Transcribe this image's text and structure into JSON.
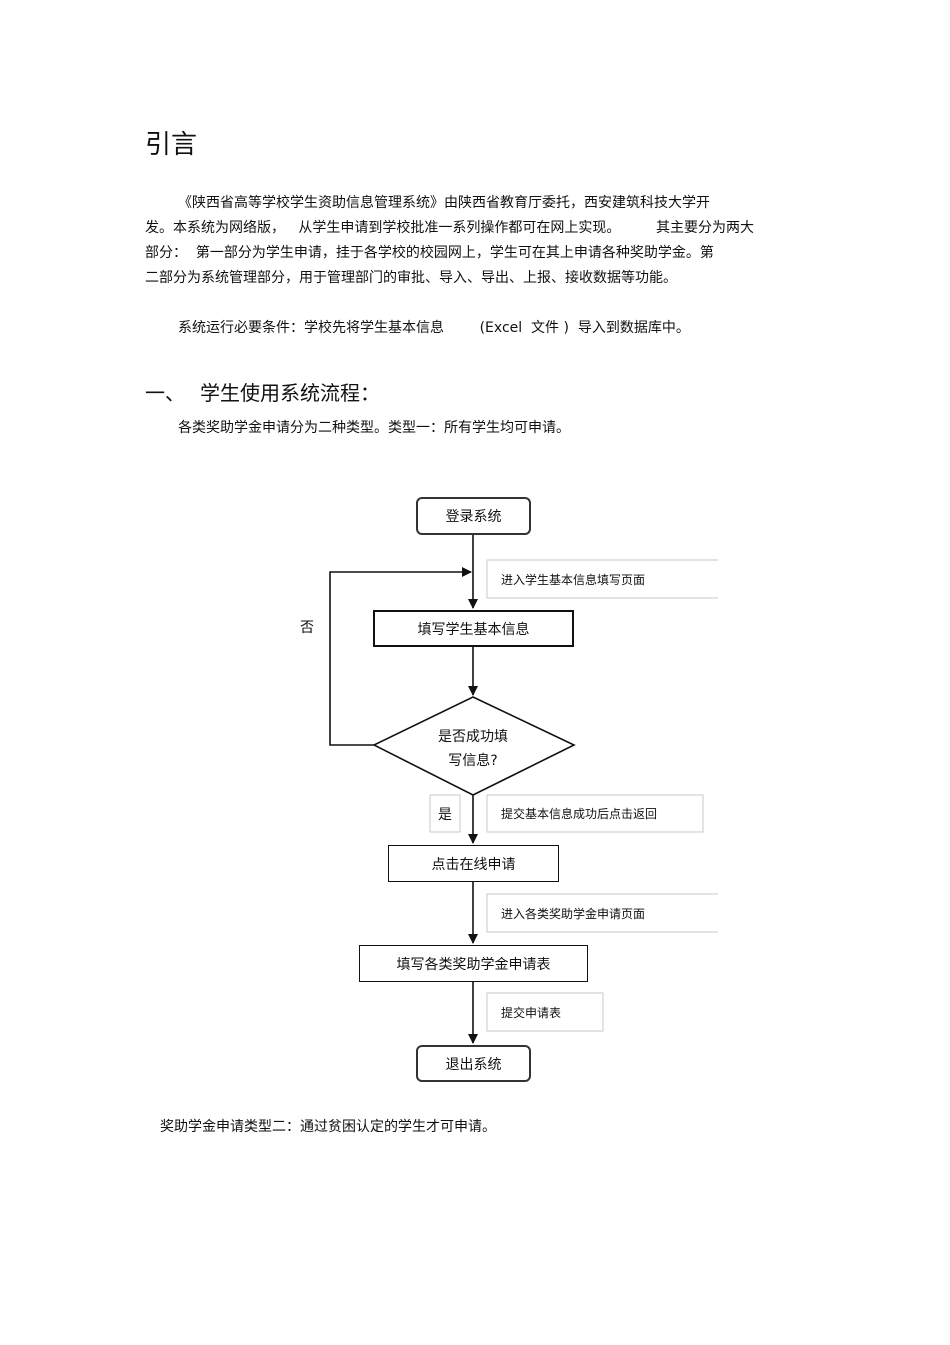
{
  "heading": "引言",
  "intro_lines": [
    "《陕西省高等学校学生资助信息管理系统》由陕西省教育厅委托，西安建筑科技大学开",
    "发。本系统为网络版，   从学生申请到学校批准一系列操作都可在网上实现。        其主要分为两大",
    "部分：  第一部分为学生申请，挂于各学校的校园网上，学生可在其上申请各种奖助学金。第",
    "二部分为系统管理部分，用于管理部门的审批、导入、导出、上报、接收数据等功能。"
  ],
  "requirement": "系统运行必要条件：学校先将学生基本信息        (Excel  文件 )  导入到数据库中。",
  "section1": {
    "number": "一、",
    "title": "学生使用系统流程："
  },
  "type1_text": "各类奖助学金申请分为二种类型。类型一：所有学生均可申请。",
  "flow": {
    "login": "登录系统",
    "note_enter_info": "进入学生基本信息填写页面",
    "fill_info": "填写学生基本信息",
    "no_label": "否",
    "decision_line1": "是否成功填",
    "decision_line2": "写信息?",
    "yes_label": "是",
    "note_submit_info": "提交基本信息成功后点击返回",
    "apply_online": "点击在线申请",
    "note_enter_apply": "进入各类奖助学金申请页面",
    "fill_form": "填写各类奖助学金申请表",
    "note_submit_form": "提交申请表",
    "logout": "退出系统"
  },
  "type2_text": "奖助学金申请类型二：通过贫困认定的学生才可申请。"
}
